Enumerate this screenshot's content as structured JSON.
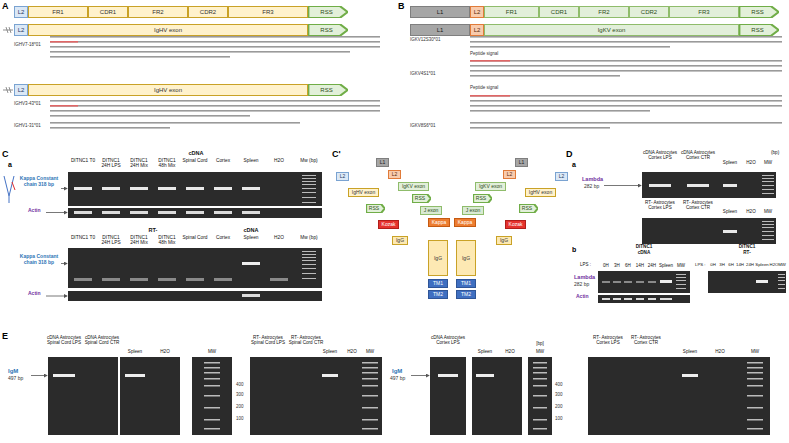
{
  "diagram": {
    "nodes": [
      {
        "text": [
          "L2"
        ]
      },
      {
        "text": [
          "FR1"
        ]
      },
      {
        "text": [
          "CDR1"
        ]
      },
      {
        "text": [
          "FR2"
        ]
      },
      {
        "text": [
          "CDR2"
        ]
      },
      {
        "text": [
          "FR3"
        ]
      },
      {
        "text": [
          "RSS"
        ]
      },
      {
        "text": [
          "L2"
        ]
      },
      {
        "text": [
          "IgHV exon"
        ]
      },
      {
        "text": [
          "RSS"
        ]
      },
      {
        "text": [
          "L2"
        ]
      },
      {
        "text": [
          "IgHV exon"
        ]
      },
      {
        "text": [
          "RSS"
        ]
      },
      {
        "text": [
          "L1"
        ]
      },
      {
        "text": [
          "L2"
        ]
      },
      {
        "text": [
          "FR1"
        ]
      },
      {
        "text": [
          "CDR1"
        ]
      },
      {
        "text": [
          "FR2"
        ]
      },
      {
        "text": [
          "CDR2"
        ]
      },
      {
        "text": [
          "FR3"
        ]
      },
      {
        "text": [
          "RSS"
        ]
      },
      {
        "text": [
          "L1"
        ]
      },
      {
        "text": [
          "L2"
        ]
      },
      {
        "text": [
          "IgKV exon"
        ]
      },
      {
        "text": [
          "RSS"
        ]
      },
      {
        "text": [
          "L2"
        ]
      },
      {
        "text": [
          "IgHV exon"
        ]
      },
      {
        "text": [
          "RSS"
        ]
      },
      {
        "text": [
          "Kozak"
        ]
      },
      {
        "text": [
          "IgG"
        ]
      },
      {
        "text": [
          "L1"
        ]
      },
      {
        "text": [
          "L2"
        ]
      },
      {
        "text": [
          "IgKV exon"
        ]
      },
      {
        "text": [
          "RSS"
        ]
      },
      {
        "text": [
          "J exon"
        ]
      },
      {
        "text": [
          "Kappa"
        ]
      },
      {
        "text": [
          "L2"
        ]
      },
      {
        "text": [
          "IgHV exon"
        ]
      },
      {
        "text": [
          "RSS"
        ]
      },
      {
        "text": [
          "Kozak"
        ]
      },
      {
        "text": [
          "IgG"
        ]
      },
      {
        "text": [
          "L1"
        ]
      },
      {
        "text": [
          "L2"
        ]
      },
      {
        "text": [
          "IgKV exon"
        ]
      },
      {
        "text": [
          "RSS"
        ]
      },
      {
        "text": [
          "J exon"
        ]
      },
      {
        "text": [
          "Kappa"
        ]
      },
      {
        "text": [
          "IgG"
        ]
      },
      {
        "text": [
          "TM1"
        ]
      },
      {
        "text": [
          "TM2"
        ]
      },
      {
        "text": [
          "IgG"
        ]
      },
      {
        "text": [
          "TM1"
        ]
      },
      {
        "text": [
          "TM2"
        ]
      }
    ],
    "labels": [
      "A",
      "B",
      "C",
      "C'",
      "D",
      "E",
      "IGHV7-18*01",
      "IGHV3-43*01",
      "IGHV1-31*01",
      "IGKV12S30*01",
      "Peptide signal",
      "IGKV4S1*01",
      "Peptide signal",
      "IGKV8S6*01",
      "a",
      "cDNA",
      "DITNC1 T0",
      "DITNC1 24H LPS",
      "DITNC1 24H Mix",
      "DITNC1 48h Mix",
      "Spinal Cord",
      "Cortex",
      "Spleen",
      "H2O",
      "Mw (bp)",
      "Kappa Constant chain 318 bp",
      "Actin",
      "RT-",
      "DITNC1 T0",
      "DITNC1 24H LPS",
      "DITNC1 24H Mix",
      "DITNC1 48h Mix",
      "Spinal Cord",
      "Cortex",
      "Spleen",
      "H2O",
      "Mw (bp)",
      "cDNA",
      "Kappa Constant chain 318 bp",
      "Actin",
      "a",
      "cDNA Astrocytes Cortex LPS",
      "cDNA Astrocytes Cortex CTR",
      "Spleen",
      "H2O",
      "MW",
      "(bp)",
      "Lambda",
      "282 bp",
      "RT- Astrocytes Cortex LPS",
      "RT- Astrocytes Cortex CTR",
      "Spleen",
      "H2O",
      "MW",
      "b",
      "DITNC1",
      "cDNA",
      "LPS :",
      "0H",
      "3H",
      "6H",
      "14H",
      "24H",
      "Spleen",
      "MW",
      "Lambda",
      "282 bp",
      "Actin",
      "DITNC1",
      "RT-",
      "LPS :",
      "0H",
      "3H",
      "6H",
      "14H",
      "24H",
      "Spleen",
      "H2O",
      "MW",
      "IgM",
      "497 bp",
      "cDNA Astrocytes Spinal Cord LPS",
      "cDNA Astrocytes Spinal Cord CTR",
      "Spleen",
      "H2O",
      "MW",
      "RT- Astrocytes Spinal Cord LPS",
      "RT- Astrocytes Spinal Cord CTR",
      "Spleen",
      "H2O",
      "MW",
      "IgM",
      "497 bp",
      "cDNA Astrocytes Cortex LPS",
      "Spleen",
      "H2O",
      "[bp]",
      "MW",
      "RT- Astrocytes Cortex LPS",
      "RT- Astrocytes Cortex CTR",
      "Spleen",
      "H2O",
      "MW",
      "400",
      "300",
      "200",
      "100",
      "400",
      "300",
      "200",
      "100"
    ]
  }
}
